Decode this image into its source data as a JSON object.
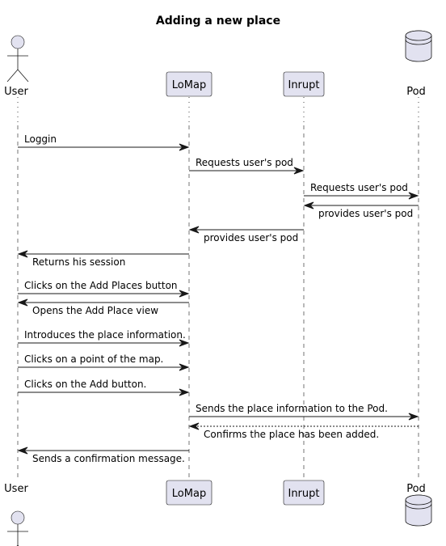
{
  "diagram": {
    "title": "Adding a new place",
    "participants": [
      {
        "id": "user",
        "label": "User",
        "kind": "actor"
      },
      {
        "id": "lomap",
        "label": "LoMap",
        "kind": "participant"
      },
      {
        "id": "inrupt",
        "label": "Inrupt",
        "kind": "participant"
      },
      {
        "id": "pod",
        "label": "Pod",
        "kind": "database"
      }
    ],
    "messages": [
      {
        "from": "user",
        "to": "lomap",
        "text": "Loggin",
        "style": "solid"
      },
      {
        "from": "lomap",
        "to": "inrupt",
        "text": "Requests user's pod",
        "style": "solid"
      },
      {
        "from": "inrupt",
        "to": "pod",
        "text": "Requests user's pod",
        "style": "solid"
      },
      {
        "from": "pod",
        "to": "inrupt",
        "text": "provides user's pod",
        "style": "solid"
      },
      {
        "from": "inrupt",
        "to": "lomap",
        "text": "provides user's pod",
        "style": "solid"
      },
      {
        "from": "lomap",
        "to": "user",
        "text": "Returns his session",
        "style": "solid"
      },
      {
        "from": "user",
        "to": "lomap",
        "text": "Clicks on the Add Places button",
        "style": "solid"
      },
      {
        "from": "lomap",
        "to": "user",
        "text": "Opens the Add Place view",
        "style": "solid"
      },
      {
        "from": "user",
        "to": "lomap",
        "text": "Introduces the place information.",
        "style": "solid"
      },
      {
        "from": "user",
        "to": "lomap",
        "text": "Clicks on a point of the map.",
        "style": "solid"
      },
      {
        "from": "user",
        "to": "lomap",
        "text": "Clicks on the Add button.",
        "style": "solid"
      },
      {
        "from": "lomap",
        "to": "pod",
        "text": "Sends the place information to the Pod.",
        "style": "solid"
      },
      {
        "from": "pod",
        "to": "lomap",
        "text": "Confirms the place has been added.",
        "style": "dashed"
      },
      {
        "from": "lomap",
        "to": "user",
        "text": "Sends a confirmation message.",
        "style": "solid"
      }
    ]
  }
}
